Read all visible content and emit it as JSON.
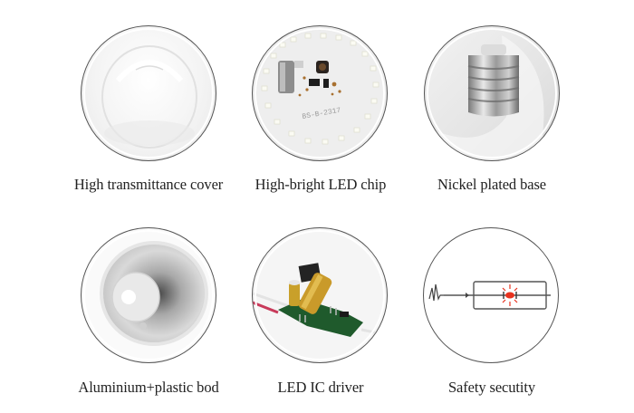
{
  "features": [
    {
      "id": "cover",
      "caption": "High transmittance cover",
      "icon": "bulb-cover-icon"
    },
    {
      "id": "led-chip",
      "caption": "High-bright LED chip",
      "icon": "led-board-icon",
      "board_marking": "BS-B-2317"
    },
    {
      "id": "base",
      "caption": "Nickel plated base",
      "icon": "screw-base-icon"
    },
    {
      "id": "body",
      "caption": "Aluminium+plastic bod",
      "icon": "reflector-icon"
    },
    {
      "id": "driver",
      "caption": "LED IC driver",
      "icon": "driver-board-icon"
    },
    {
      "id": "safety",
      "caption": "Safety secutity",
      "icon": "circuit-surge-icon"
    }
  ],
  "colors": {
    "background": "#ffffff",
    "disc_border": "#555555",
    "caption_text": "#222222",
    "led_accent": "#e8321e",
    "pcb_green": "#1f5a2c",
    "capacitor_gold": "#c99a2a"
  }
}
